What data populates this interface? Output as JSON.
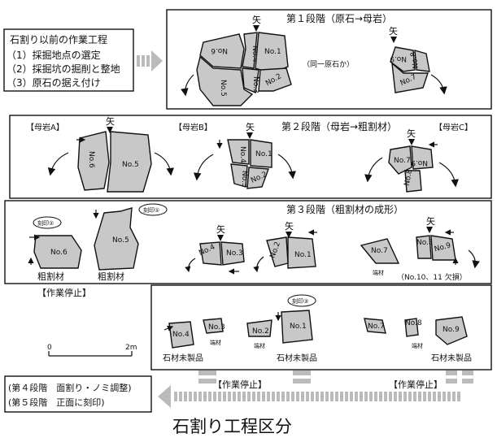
{
  "pre_work": {
    "title": "石割り以前の作業工程",
    "items": [
      "（1）採掘地点の選定",
      "（2）採掘坑の掘削と整地",
      "（3）原石の据え付け"
    ]
  },
  "stage1": {
    "title": "第１段階（原石→母岩）",
    "ya": "矢",
    "note": "（同一原石か）",
    "stones": [
      "No.6",
      "No.4",
      "No.1",
      "No.3",
      "No.2",
      "No.5",
      "No.9",
      "No.8",
      "No.7"
    ]
  },
  "stage2": {
    "title": "第２段階（母岩→粗割材）",
    "labelA": "【母岩A】",
    "labelB": "【母岩B】",
    "labelC": "【母岩C】",
    "ya": "矢",
    "stones": [
      "No.6",
      "No.5",
      "No.4",
      "No.1",
      "No.3",
      "No.2",
      "No.7",
      "No.9",
      "No.8"
    ]
  },
  "stage3": {
    "title": "第３段階（粗割材の成形）",
    "stamp2": "刻印②",
    "stamp1": "刻印①",
    "rough": "粗割材",
    "ya": "矢",
    "hazai": "端材",
    "missing": "（No.10、11 欠損）",
    "stones": [
      "No.6",
      "No.5",
      "No.4",
      "No.3",
      "No.2",
      "No.1",
      "No.7",
      "No.8",
      "No.9"
    ]
  },
  "stop": {
    "label": "【作業停止】",
    "stamp3": "刻印③",
    "unfinished": "石材未製品",
    "hazai": "端材",
    "scale_zero": "0",
    "scale_max": "2m",
    "stones": [
      "No.4",
      "No.3",
      "No.2",
      "No.1",
      "No.7",
      "No.8",
      "No.9"
    ]
  },
  "later": {
    "line1": "(第４段階　面割り・ノミ調整)",
    "line2": "(第５段階　正面に刻印)"
  },
  "caption": "石割り工程区分"
}
